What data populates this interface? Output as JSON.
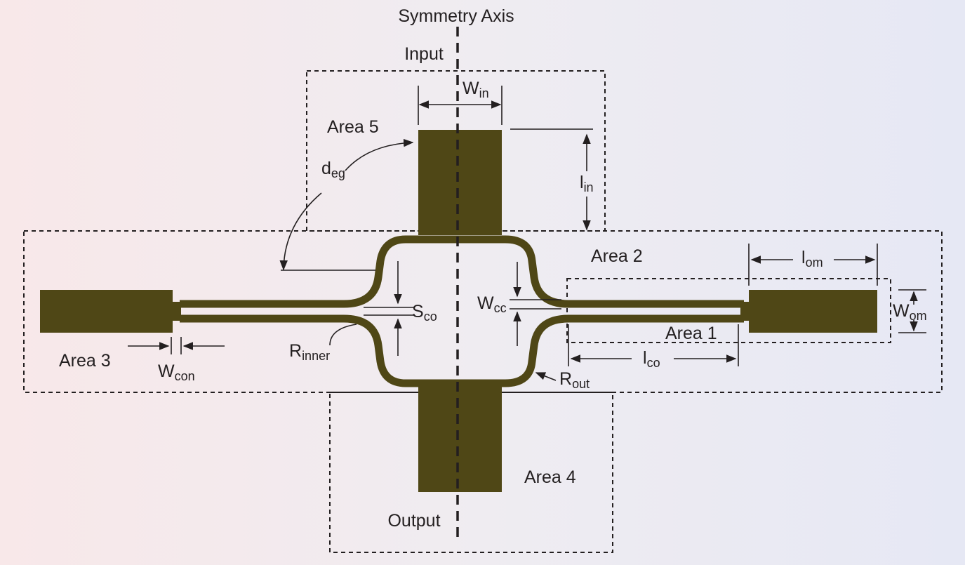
{
  "labels": {
    "symmetry_axis": "Symmetry Axis",
    "input": "Input",
    "output": "Output",
    "area1": "Area 1",
    "area2": "Area 2",
    "area3": "Area 3",
    "area4": "Area 4",
    "area5": "Area 5"
  },
  "dimensions": {
    "w_in": {
      "base": "W",
      "sub": "in"
    },
    "l_in": {
      "base": "l",
      "sub": "in"
    },
    "d_eg": {
      "base": "d",
      "sub": "eg"
    },
    "l_om": {
      "base": "l",
      "sub": "om"
    },
    "w_om": {
      "base": "W",
      "sub": "om"
    },
    "w_cc": {
      "base": "W",
      "sub": "cc"
    },
    "s_co": {
      "base": "S",
      "sub": "co"
    },
    "r_inner": {
      "base": "R",
      "sub": "inner"
    },
    "r_out": {
      "base": "R",
      "sub": "out"
    },
    "l_co": {
      "base": "l",
      "sub": "co"
    },
    "w_con": {
      "base": "W",
      "sub": "con"
    }
  },
  "colors": {
    "metal": "#4f4716",
    "background_left": "#f8e8e9",
    "background_right": "#e6e8f4",
    "ink": "#231f20"
  }
}
